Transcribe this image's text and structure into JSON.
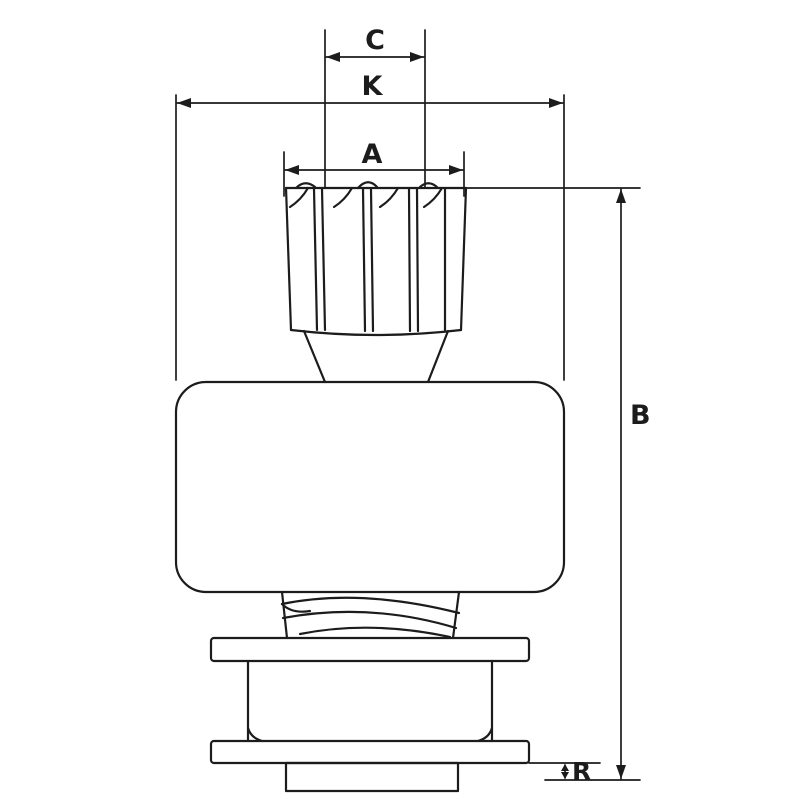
{
  "figure": {
    "type": "technical-drawing",
    "subject": "starter-drive-pinion-dimension-diagram",
    "background": "#ffffff",
    "stroke_color": "#1c1c1c",
    "labels": {
      "c": "C",
      "k": "K",
      "a": "A",
      "b": "B",
      "r": "R"
    }
  }
}
